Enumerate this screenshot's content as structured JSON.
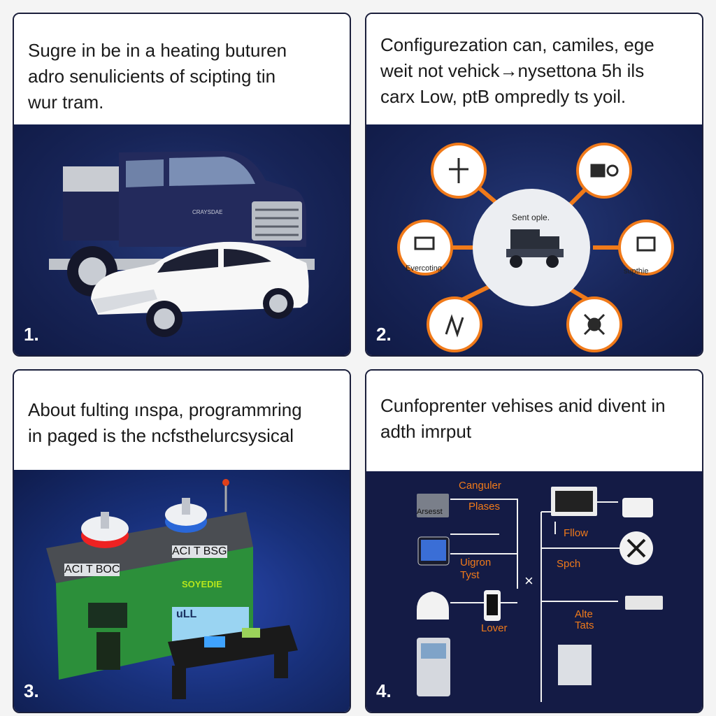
{
  "panels": [
    {
      "number": "1.",
      "caption": [
        "Sugre in be in a heating buturen",
        "adro senulicients of scipting tin",
        "wur tram."
      ],
      "truck_badge": "CRAYSDAE"
    },
    {
      "number": "2.",
      "caption": [
        "Configurezation can, camiles, ege",
        "weit not vehick→nysettona 5h ils",
        "carx Low, ptB ompredly ts yoil."
      ],
      "hub_label": "Sent ople.",
      "node_labels": {
        "left": "Evercoting",
        "right": "supthie"
      }
    },
    {
      "number": "3.",
      "caption": [
        "About fulting ınspa, programmring",
        "in paged is the ncfsthelurcsysical"
      ],
      "labels": {
        "left_tag": "ACI T BOC",
        "center_tag": "ACI T BSG",
        "brand": "SOYEDIE",
        "screen": "uLL"
      }
    },
    {
      "number": "4.",
      "caption": [
        "Cunfoprenter vehises anid divent in",
        "adth imrput"
      ],
      "labels": {
        "canguler": "Canguler",
        "plases": "Plases",
        "arsesst": "Arsesst",
        "uigron": "Uigron",
        "tyst": "Tyst",
        "lover": "Lover",
        "fllow": "Fllow",
        "spch": "Spch",
        "alte": "Alte",
        "tats": "Tats",
        "cross": "×"
      }
    }
  ],
  "colors": {
    "navy": "#172457",
    "orange": "#f07a1a",
    "green": "#2c8f3a"
  }
}
